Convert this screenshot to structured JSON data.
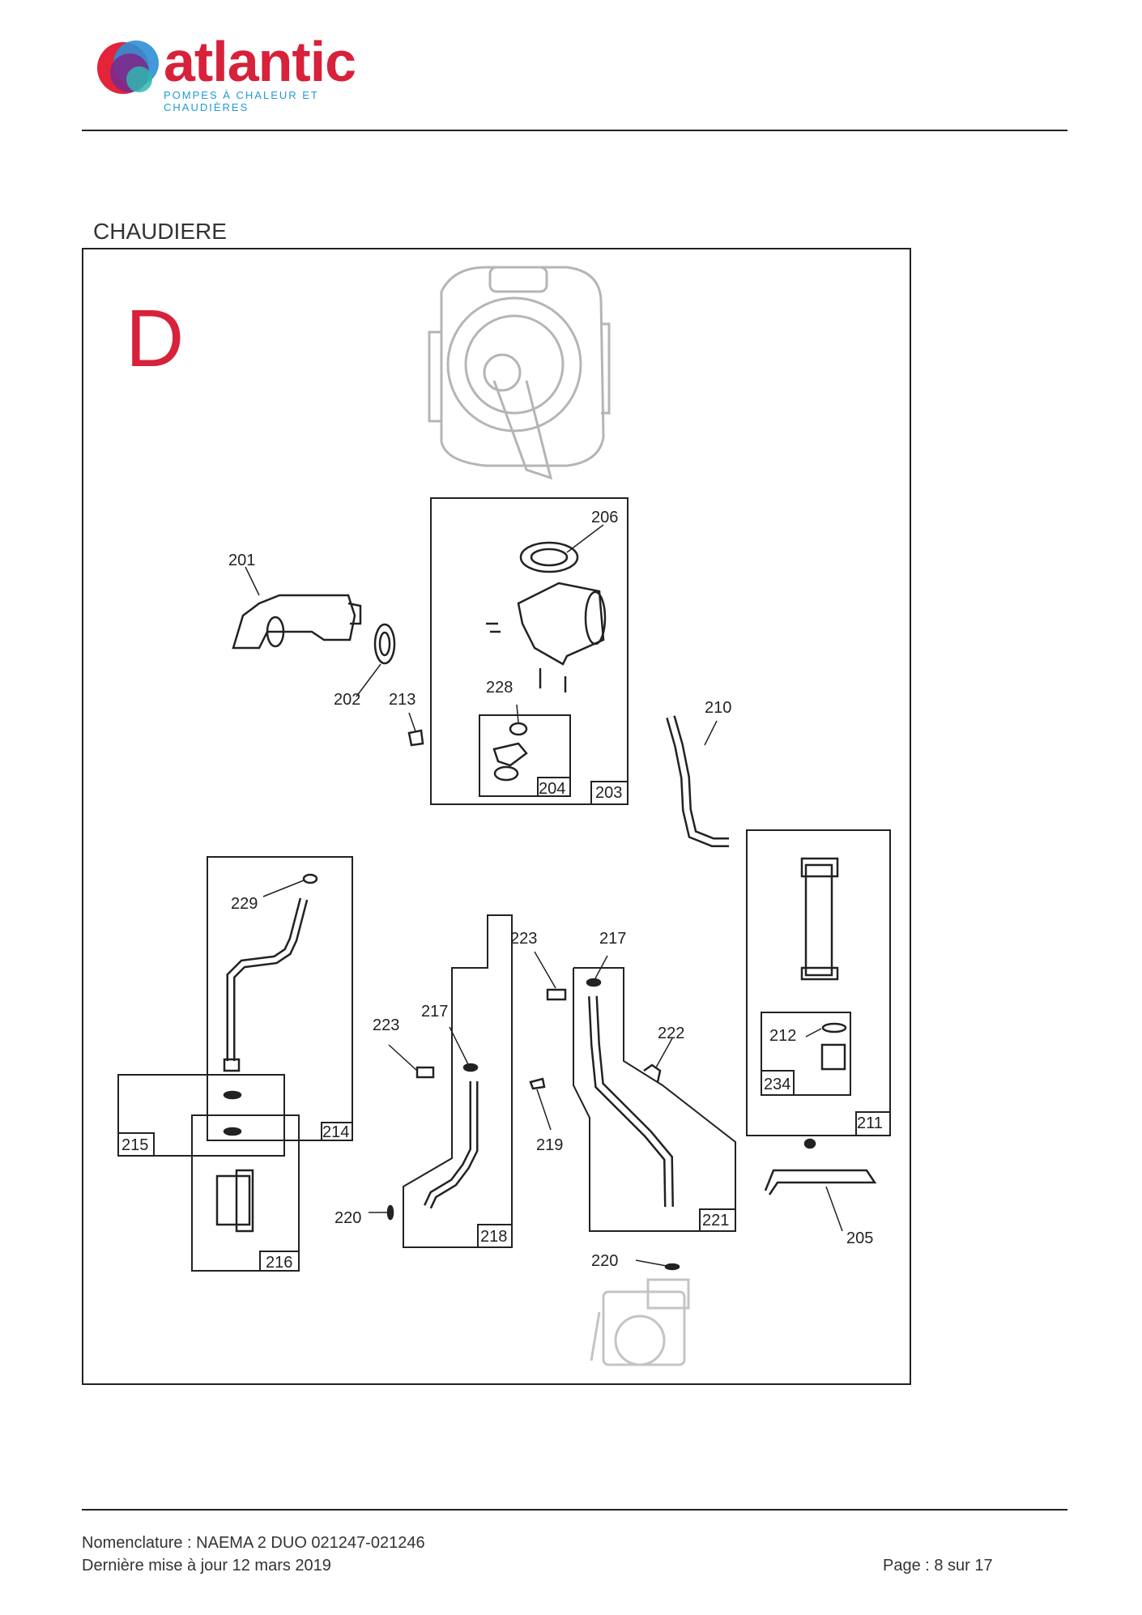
{
  "brand": {
    "name": "atlantic",
    "tagline": "POMPES À CHALEUR ET CHAUDIÈRES",
    "colors": {
      "word": "#d8213a",
      "tagline": "#1e9ad6",
      "disc_red": "#e3243b",
      "disc_blue": "#2c8fd6",
      "disc_purple": "#7c2a8c",
      "disc_teal": "#30b7b0"
    }
  },
  "section_title": "CHAUDIERE",
  "diagram": {
    "letter": "D",
    "letter_color": "#d8213a",
    "labels": [
      {
        "text": "201"
      },
      {
        "text": "202"
      },
      {
        "text": "213"
      },
      {
        "text": "206"
      },
      {
        "text": "228"
      },
      {
        "text": "204"
      },
      {
        "text": "203"
      },
      {
        "text": "210"
      },
      {
        "text": "229"
      },
      {
        "text": "214"
      },
      {
        "text": "215"
      },
      {
        "text": "216"
      },
      {
        "text": "223"
      },
      {
        "text": "217"
      },
      {
        "text": "218"
      },
      {
        "text": "219"
      },
      {
        "text": "220"
      },
      {
        "text": "223"
      },
      {
        "text": "217"
      },
      {
        "text": "222"
      },
      {
        "text": "221"
      },
      {
        "text": "220"
      },
      {
        "text": "212"
      },
      {
        "text": "234"
      },
      {
        "text": "211"
      },
      {
        "text": "205"
      }
    ]
  },
  "footer": {
    "line1": "Nomenclature : NAEMA 2 DUO 021247-021246",
    "line2": "Dernière mise à jour 12 mars 2019",
    "page": "Page : 8 sur 17"
  }
}
